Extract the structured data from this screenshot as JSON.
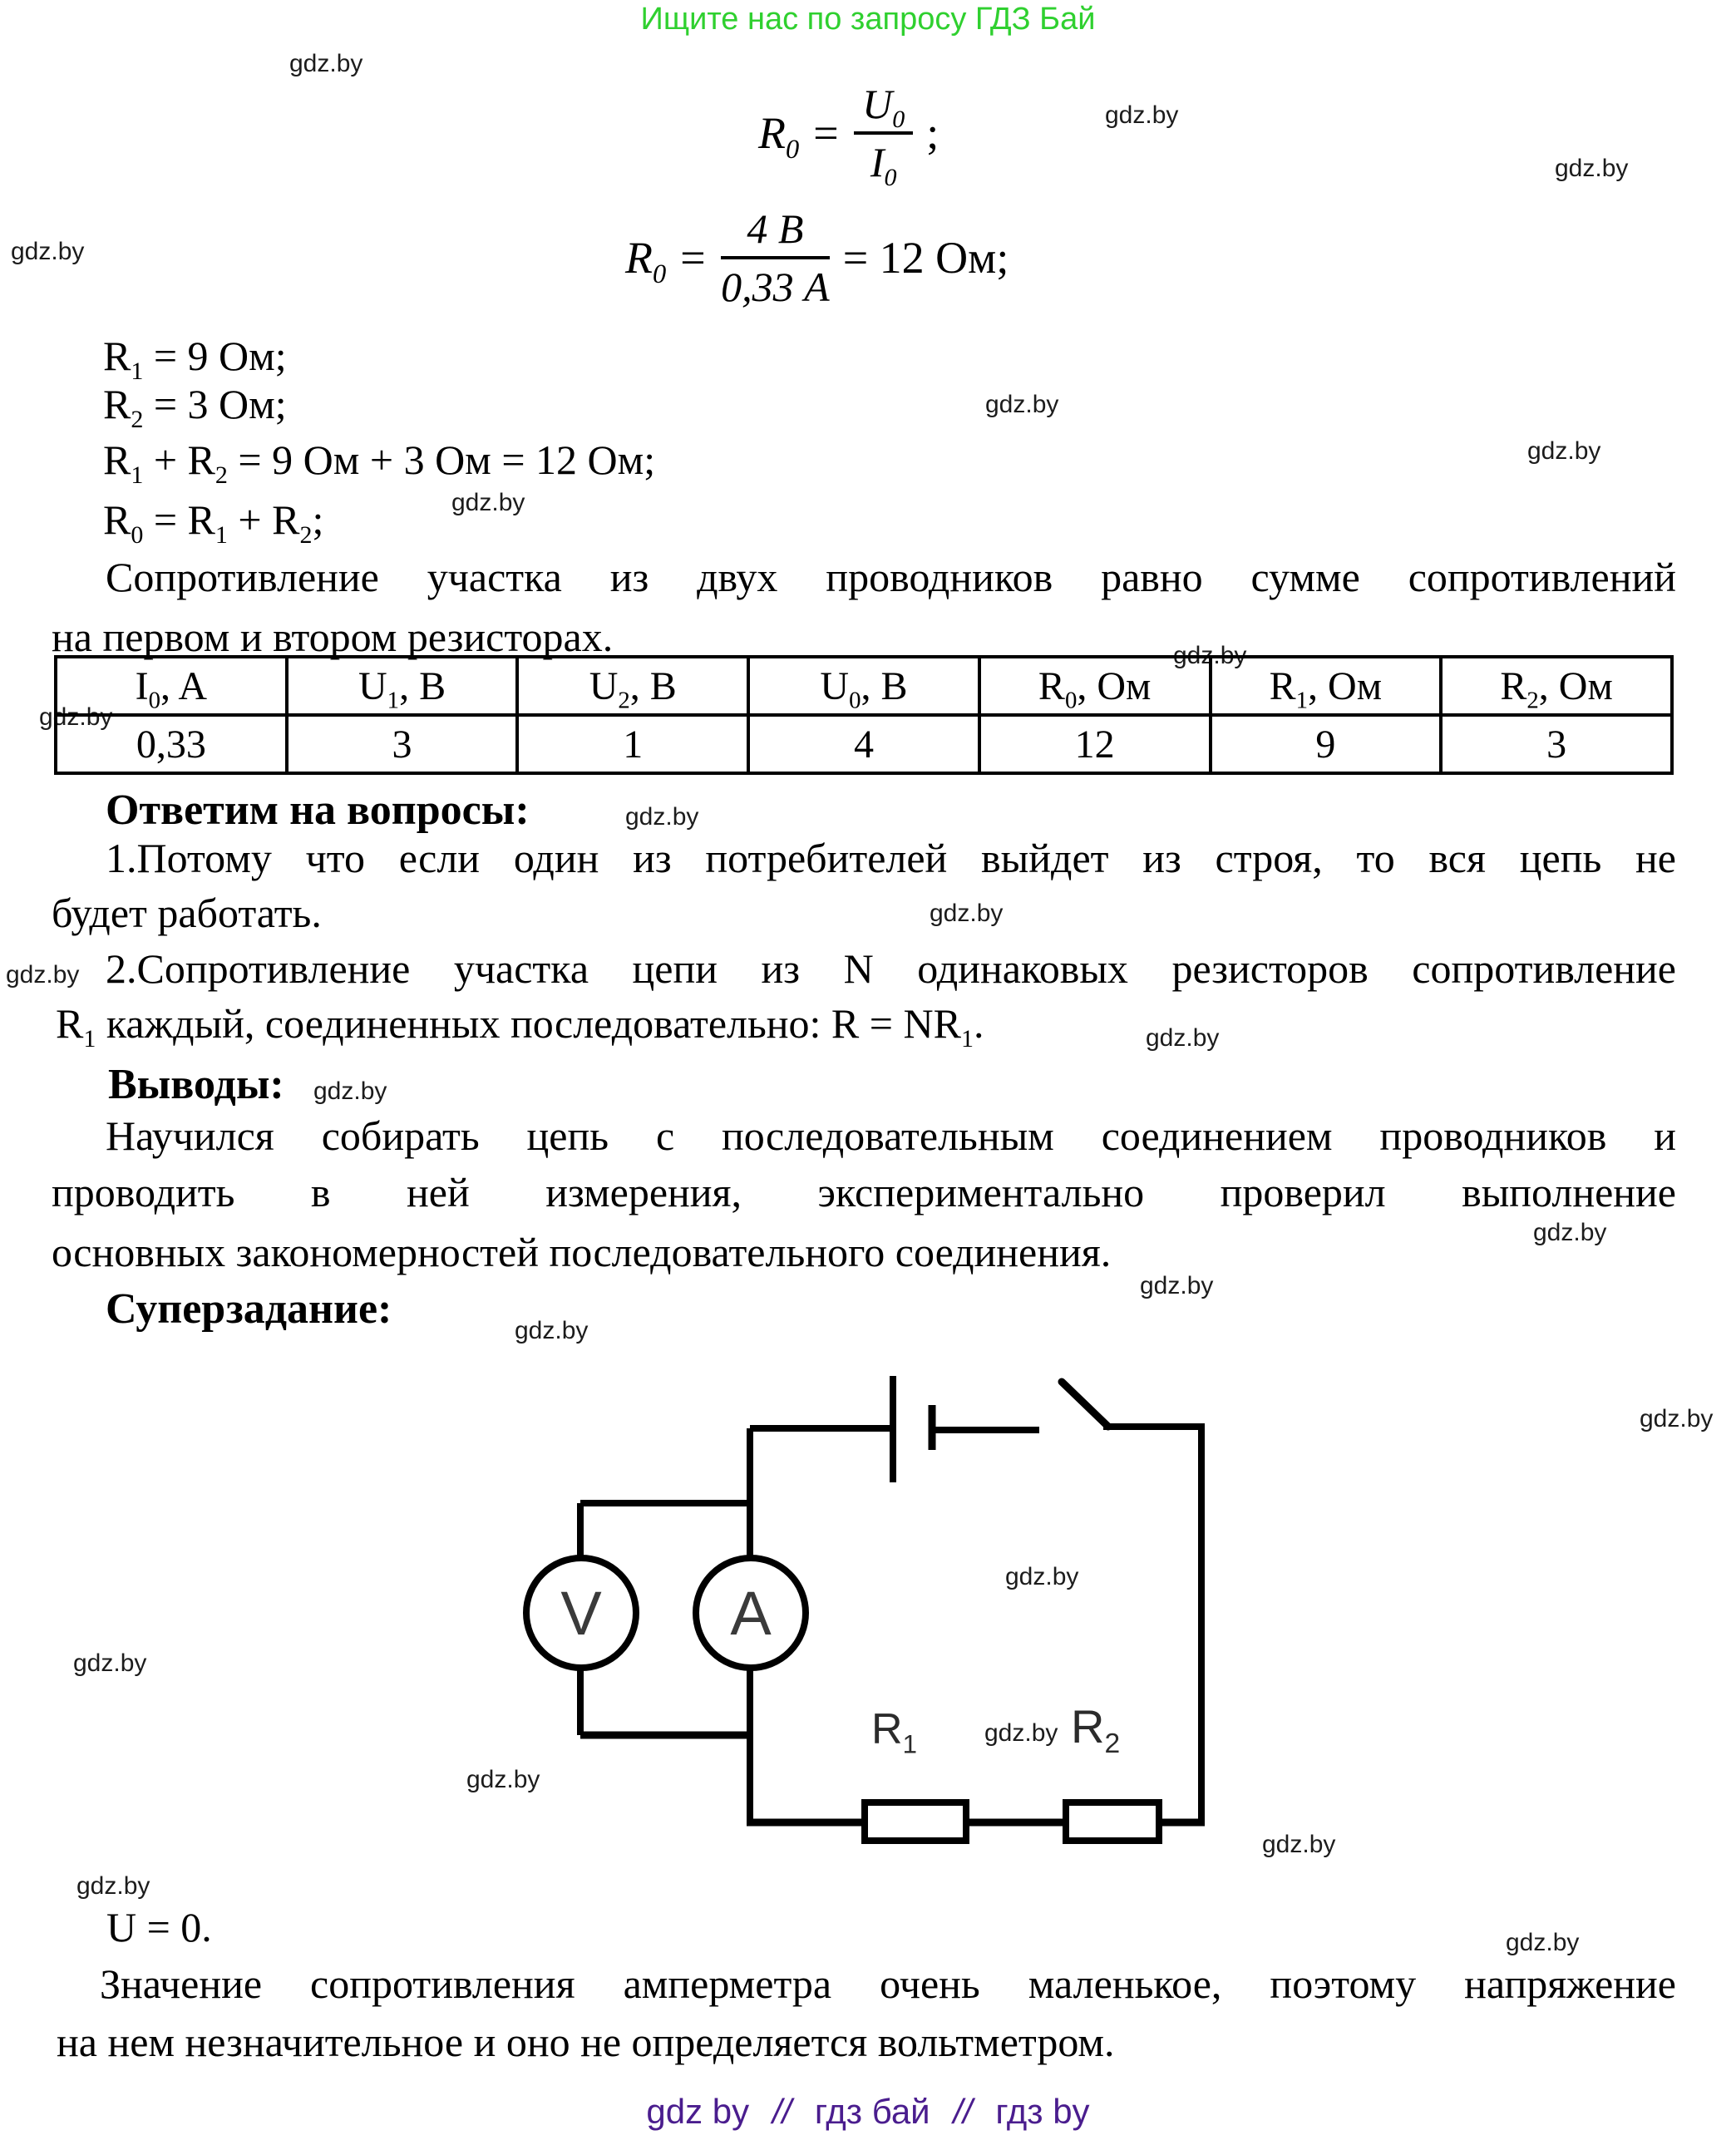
{
  "banner": {
    "text": "Ищите нас по запросу ГДЗ Бай",
    "color": "#2fd02f"
  },
  "watermark": {
    "label": "gdz.by"
  },
  "formulas": {
    "f1": {
      "lhs": "R_0_ =",
      "num": "U_0_",
      "den": "I_0_",
      "tail": ";"
    },
    "f2": {
      "lhs": "R_0_ =",
      "num": "4 В",
      "den": "0,33 А",
      "rhs": "= 12 Ом;"
    }
  },
  "resistance_lines": [
    "R_1_ = 9 Ом;",
    "R_2_ = 3 Ом;",
    "R_1_ + R_2_ = 9 Ом + 3 Ом = 12 Ом;",
    "R_0_ = R_1_ + R_2_;"
  ],
  "summary": {
    "line1": "Сопротивление участка из двух проводников равно сумме сопротивлений",
    "line2": "на первом и втором резисторах."
  },
  "table": {
    "headers": [
      "I_0_, A",
      "U_1_, B",
      "U_2_, B",
      "U_0_, B",
      "R_0_, Ом",
      "R_1_, Ом",
      "R_2_, Ом"
    ],
    "values": [
      "0,33",
      "3",
      "1",
      "4",
      "12",
      "9",
      "3"
    ]
  },
  "questions": {
    "heading": "Ответим на вопросы:",
    "a1l1": "1.Потому что если один из потребителей выйдет из строя, то вся цепь не",
    "a1l2": "будет работать.",
    "a2l1": "2.Сопротивление участка цепи из N одинаковых резисторов сопротивление",
    "a2l2": "R_1_ каждый, соединенных последовательно: R = NR_1_."
  },
  "conclusions": {
    "heading": "Выводы:",
    "l1": "Научился собирать цепь с последовательным соединением проводников и",
    "l2": "проводить в ней измерения, экспериментально проверил выполнение",
    "l3": "основных закономерностей последовательного соединения."
  },
  "supertask": {
    "heading": "Суперзадание:",
    "answer": "U = 0.",
    "exp1": "Значение сопротивления амперметра очень маленькое, поэтому напряжение",
    "exp2": "на нем незначительное и оно не определяется вольтметром."
  },
  "circuit": {
    "voltmeter": "V",
    "ammeter": "A",
    "r1": "R_1_",
    "r2": "R_2_"
  },
  "footer": {
    "parts": [
      "gdz by",
      "//",
      "гдз бай",
      "//",
      "гдз by"
    ],
    "color": "#4a1d8e"
  }
}
